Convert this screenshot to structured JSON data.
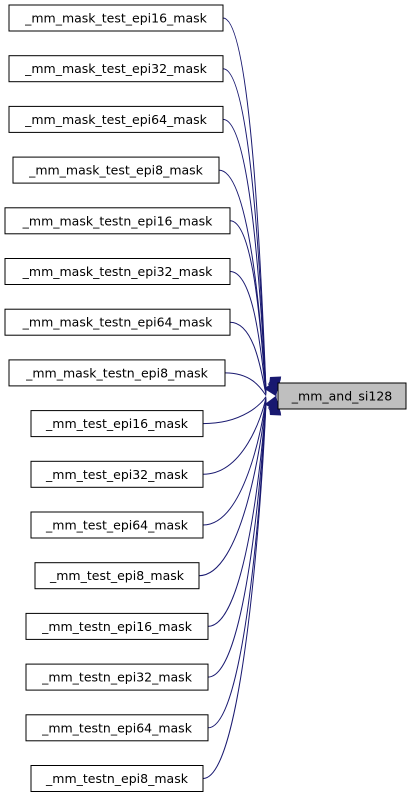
{
  "graph": {
    "target": {
      "label": "_mm_and_si128"
    },
    "callers": [
      {
        "label": "_mm_mask_test_epi16_mask"
      },
      {
        "label": "_mm_mask_test_epi32_mask"
      },
      {
        "label": "_mm_mask_test_epi64_mask"
      },
      {
        "label": "_mm_mask_test_epi8_mask"
      },
      {
        "label": "_mm_mask_testn_epi16_mask"
      },
      {
        "label": "_mm_mask_testn_epi32_mask"
      },
      {
        "label": "_mm_mask_testn_epi64_mask"
      },
      {
        "label": "_mm_mask_testn_epi8_mask"
      },
      {
        "label": "_mm_test_epi16_mask"
      },
      {
        "label": "_mm_test_epi32_mask"
      },
      {
        "label": "_mm_test_epi64_mask"
      },
      {
        "label": "_mm_test_epi8_mask"
      },
      {
        "label": "_mm_testn_epi16_mask"
      },
      {
        "label": "_mm_testn_epi32_mask"
      },
      {
        "label": "_mm_testn_epi64_mask"
      },
      {
        "label": "_mm_testn_epi8_mask"
      }
    ],
    "colors": {
      "edge": "#191970",
      "target_fill": "#bfbfbf",
      "node_fill": "#ffffff",
      "node_stroke": "#000000"
    }
  }
}
